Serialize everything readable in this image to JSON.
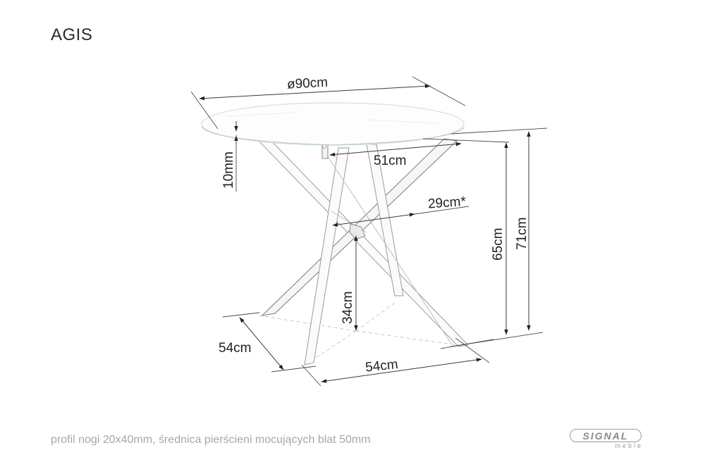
{
  "product": {
    "name": "AGIS"
  },
  "dimensions": {
    "top_diameter": "ø90cm",
    "top_thickness": "10mm",
    "ring_span": "51cm",
    "cross_span": "29cm*",
    "height_under_top": "65cm",
    "total_height": "71cm",
    "cross_height": "34cm",
    "base_depth": "54cm",
    "base_width": "54cm"
  },
  "footnote": "profil nogi 20x40mm, średnica pierścieni mocujących blat 50mm",
  "brand": {
    "name": "SIGNAL",
    "subtitle": "meble"
  },
  "colors": {
    "text": "#222222",
    "footnote": "#a7a7a7",
    "logo": "#8a8a8a",
    "glass_edge": "#b8ccc6"
  }
}
